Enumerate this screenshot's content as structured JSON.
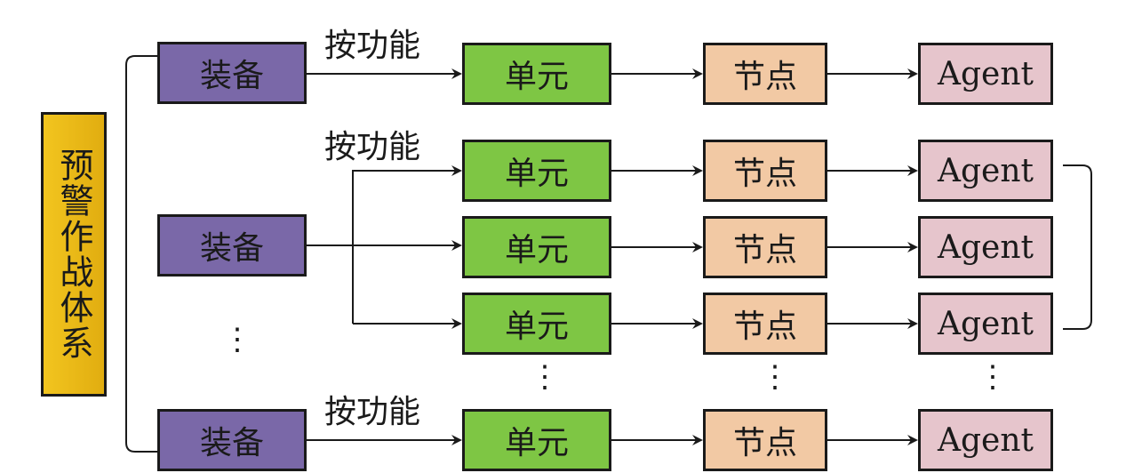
{
  "root_label": "预警作战体系",
  "equipment_label": "装备",
  "function_label": "按功能",
  "unit_label": "单元",
  "node_label": "节点",
  "agent_label": "Agent",
  "ellipsis": "⋮",
  "colors": {
    "root": "#f2c51f",
    "equipment": "#7a68a8",
    "unit": "#7ec644",
    "node": "#f2c9a4",
    "agent": "#e6c5cc",
    "line": "#1a1a1a"
  }
}
